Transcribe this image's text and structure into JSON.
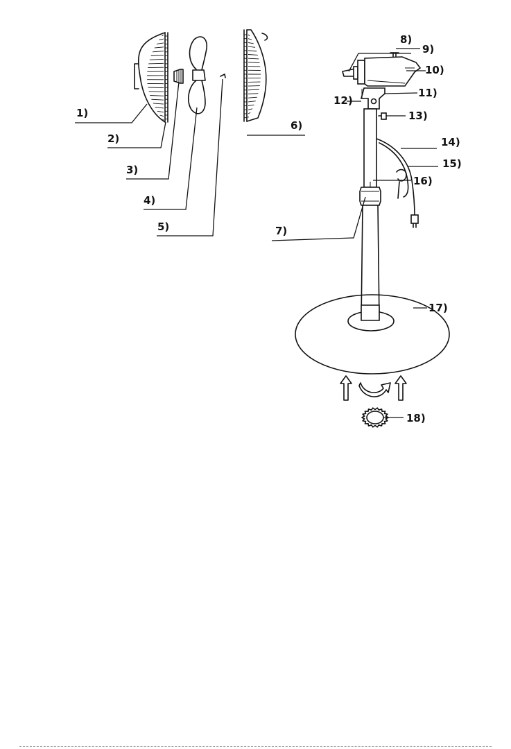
{
  "diagram": {
    "parts": [
      {
        "id": 1,
        "label": "1)"
      },
      {
        "id": 2,
        "label": "2)"
      },
      {
        "id": 3,
        "label": "3)"
      },
      {
        "id": 4,
        "label": "4)"
      },
      {
        "id": 5,
        "label": "5)"
      },
      {
        "id": 6,
        "label": "6)"
      },
      {
        "id": 7,
        "label": "7)"
      },
      {
        "id": 8,
        "label": "8)"
      },
      {
        "id": 9,
        "label": "9)"
      },
      {
        "id": 10,
        "label": "10)"
      },
      {
        "id": 11,
        "label": "11)"
      },
      {
        "id": 12,
        "label": "12)"
      },
      {
        "id": 13,
        "label": "13)"
      },
      {
        "id": 14,
        "label": "14)"
      },
      {
        "id": 15,
        "label": "15)"
      },
      {
        "id": 16,
        "label": "16)"
      },
      {
        "id": 17,
        "label": "17)"
      },
      {
        "id": 18,
        "label": "18)"
      }
    ]
  }
}
